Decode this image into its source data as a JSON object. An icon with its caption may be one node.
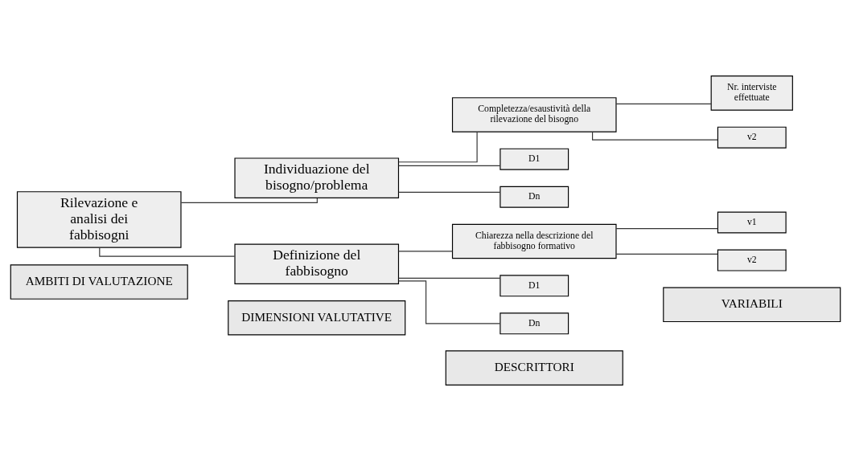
{
  "diagram": {
    "nodes": [
      {
        "text": [
          "AMBITI DI VALUTAZIONE"
        ]
      },
      {
        "text": [
          "DIMENSIONI VALUTATIVE"
        ]
      },
      {
        "text": [
          "DESCRITTORI"
        ]
      },
      {
        "text": [
          "VARIABILI"
        ]
      },
      {
        "text": [
          "Rilevazione e analisi dei fabbisogni"
        ]
      },
      {
        "text": [
          "Individuazione del bisogno/problema"
        ]
      },
      {
        "text": [
          "Completezza/esaustività della rilevazione del bisogno"
        ]
      },
      {
        "text": [
          "Nr. interviste effettuate"
        ]
      },
      {
        "text": [
          "v2"
        ]
      },
      {
        "text": [
          "D1"
        ]
      },
      {
        "text": [
          "Dn"
        ]
      },
      {
        "text": [
          "Definizione del fabbisogno"
        ]
      },
      {
        "text": [
          "Chiarezza nella descrizione del fabbisogno formativo"
        ]
      },
      {
        "text": [
          "v1"
        ]
      },
      {
        "text": [
          "v2"
        ]
      },
      {
        "text": [
          "D1"
        ]
      },
      {
        "text": [
          "Dn"
        ]
      }
    ],
    "edges": [
      {
        "from": 4,
        "to": 5,
        "arrow": "none"
      },
      {
        "from": 4,
        "to": 11,
        "arrow": "none"
      },
      {
        "from": 5,
        "to": 6,
        "arrow": "none"
      },
      {
        "from": 5,
        "to": 9,
        "arrow": "none"
      },
      {
        "from": 5,
        "to": 10,
        "arrow": "none"
      },
      {
        "from": 6,
        "to": 7,
        "arrow": "none"
      },
      {
        "from": 6,
        "to": 8,
        "arrow": "none"
      },
      {
        "from": 11,
        "to": 12,
        "arrow": "none"
      },
      {
        "from": 11,
        "to": 15,
        "arrow": "none"
      },
      {
        "from": 11,
        "to": 16,
        "arrow": "none"
      },
      {
        "from": 12,
        "to": 13,
        "arrow": "none"
      },
      {
        "from": 12,
        "to": 14,
        "arrow": "none"
      }
    ]
  }
}
